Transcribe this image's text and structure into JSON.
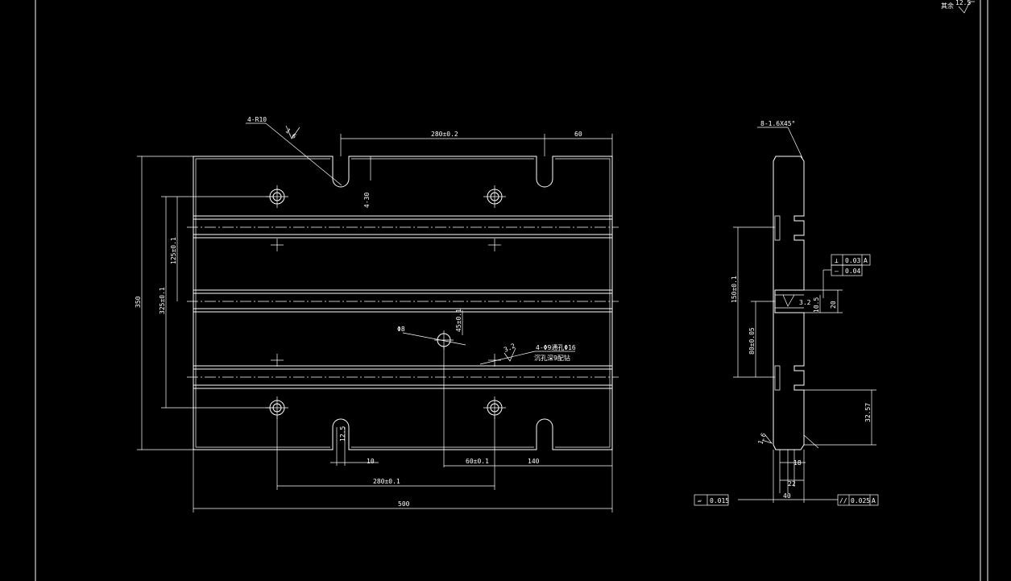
{
  "title_block": {
    "surface_finish_rest": "其余",
    "surface_finish_value": "12.5"
  },
  "front_view": {
    "slot_radius": "4-R10",
    "roughness_top": "1.6",
    "slot_pitch": "280±0.2",
    "slot_offset": "60",
    "slot_depth": "4-30",
    "pitch_vertical_inner": "125±0.1",
    "pitch_vertical_outer": "325±0.1",
    "overall_height": "350",
    "center_hole": "Φ8",
    "center_hole_offset": "45±0.1",
    "roughness_holes": "3.2",
    "holes_note_line1": "4-Φ9通孔Φ16",
    "holes_note_line2": "沉孔深9配钻",
    "slot_width_label": "12.5",
    "slot_width_dim": "10",
    "hole_offset_x": "60±0.1",
    "right_margin": "140",
    "hole_pitch": "280±0.1",
    "overall_width": "500"
  },
  "side_view": {
    "chamfer": "8-1.6X45°",
    "tolerance_frame_1": {
      "symbol": "⊥",
      "value": "0.03",
      "datum": "A"
    },
    "tolerance_frame_2": {
      "symbol": "—",
      "value": "0.04"
    },
    "groove_roughness": "3.2",
    "groove_width": "10.5",
    "groove_height": "20",
    "dim_groove_pitch": "150±0.1",
    "dim_groove_center": "80±0.05",
    "dim_bottom": "32.57",
    "roughness_left": "1.6",
    "dim_foot_1": "18",
    "dim_foot_2": "22",
    "dim_thickness": "40",
    "flatness_frame": {
      "symbol": "▱",
      "value": "0.015"
    },
    "parallel_frame": {
      "symbol": "//",
      "value": "0.025",
      "datum": "A"
    }
  }
}
